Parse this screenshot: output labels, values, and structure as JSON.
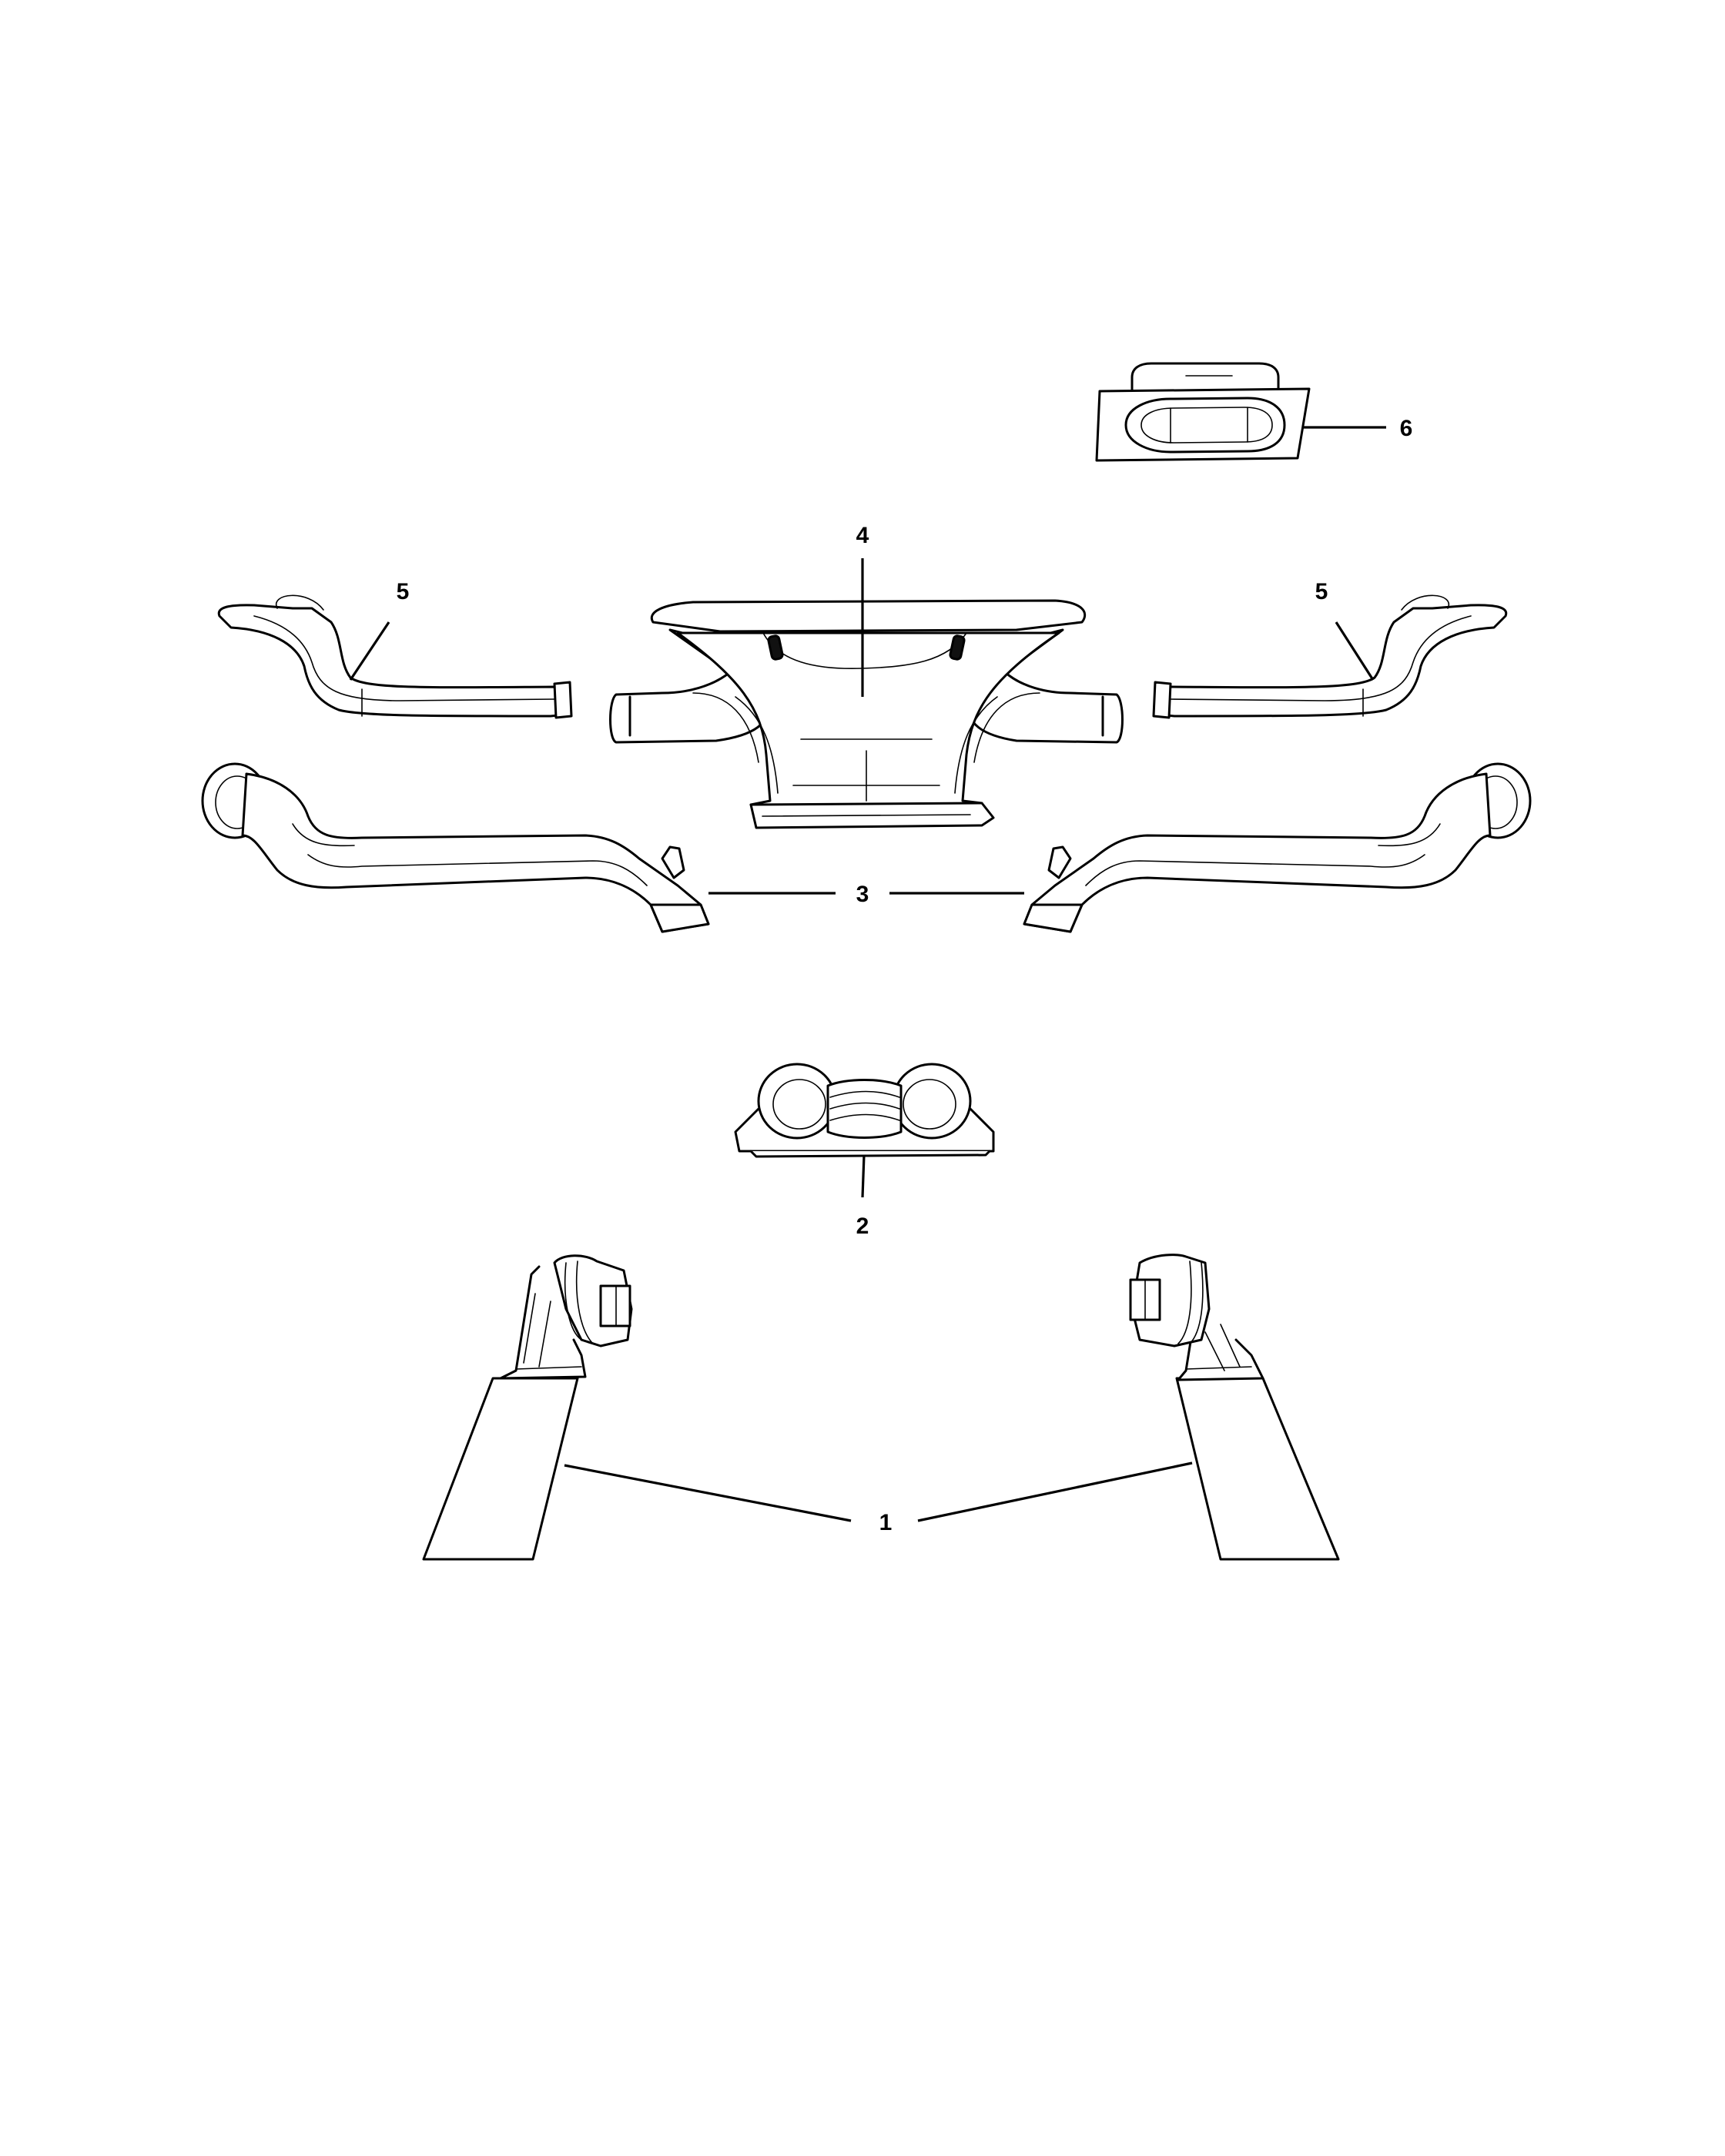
{
  "callouts": {
    "c1": "1",
    "c2": "2",
    "c3": "3",
    "c4": "4",
    "c5_left": "5",
    "c5_right": "5",
    "c6": "6"
  }
}
